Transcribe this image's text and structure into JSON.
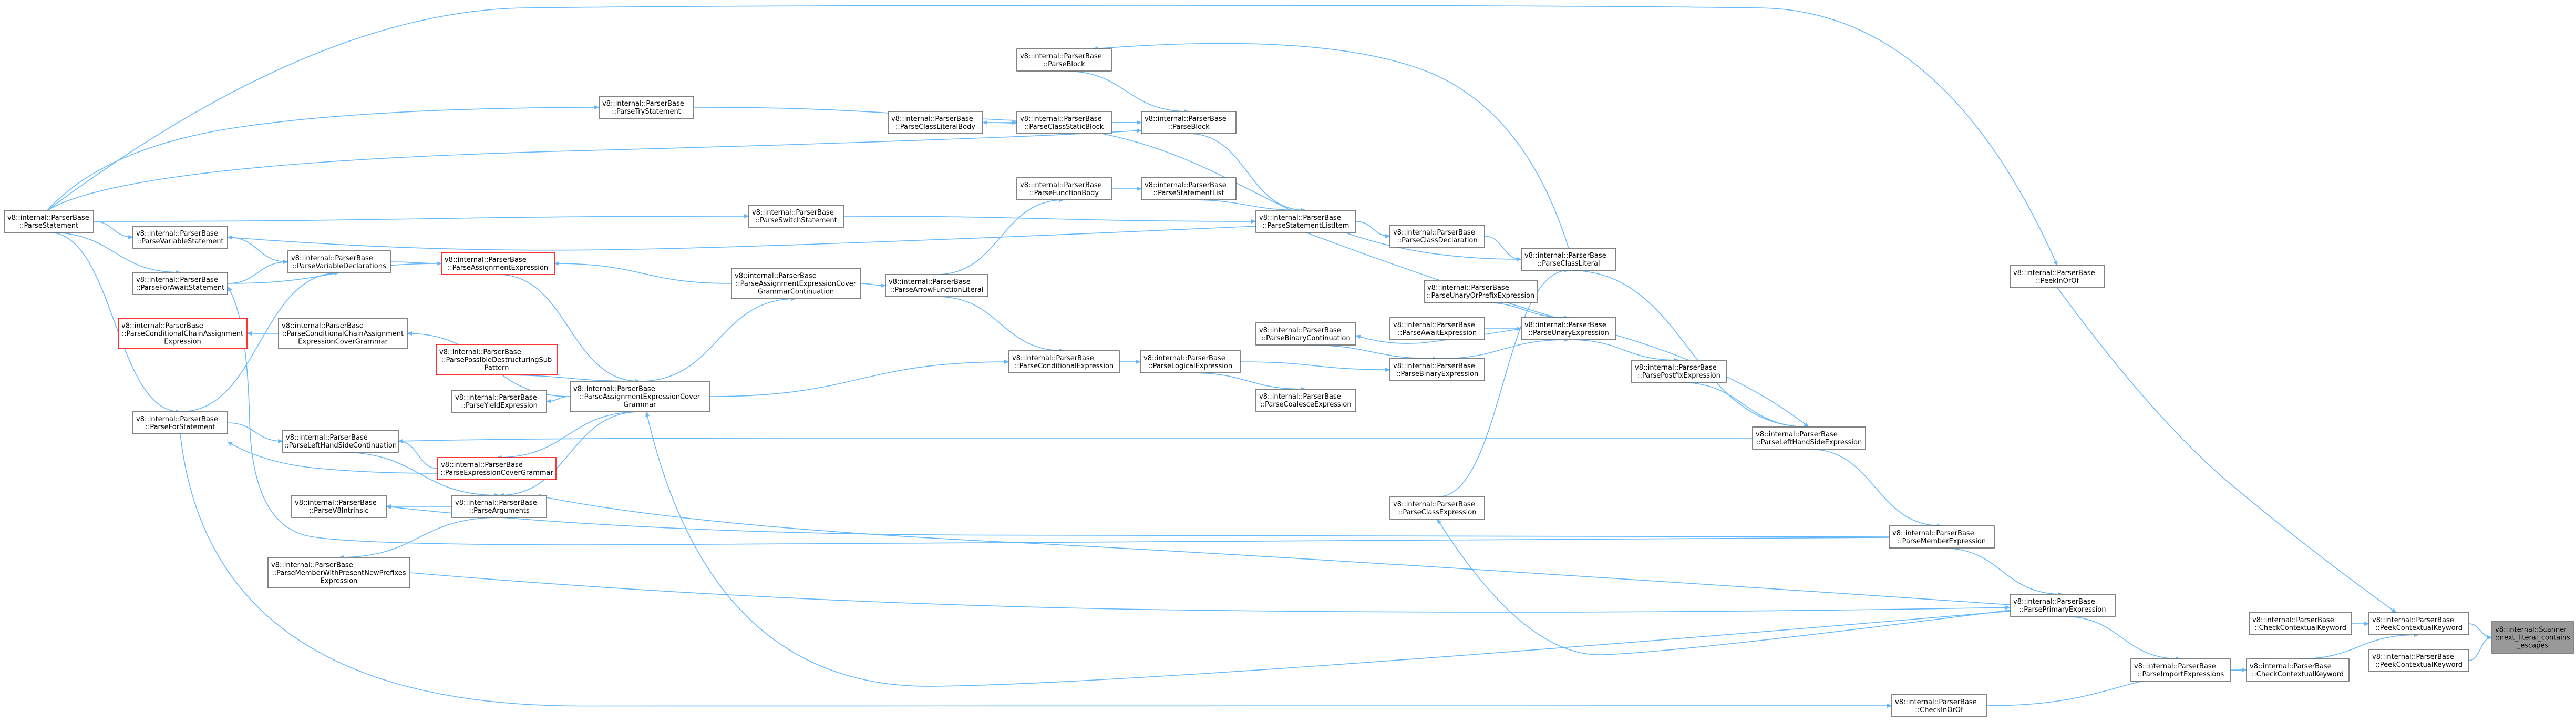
{
  "diagram": {
    "title": "",
    "colors": {
      "edge": "#63b8ff",
      "node_border": "#666666",
      "highlight_border": "#ff0000",
      "root_fill": "#999999"
    },
    "nodes": [
      {
        "id": "ParseStatement",
        "lines": [
          "v8::internal::ParserBase",
          "::ParseStatement"
        ]
      },
      {
        "id": "ParseVariableStatement",
        "lines": [
          "v8::internal::ParserBase",
          "::ParseVariableStatement"
        ]
      },
      {
        "id": "ParseForAwaitStatement",
        "lines": [
          "v8::internal::ParserBase",
          "::ParseForAwaitStatement"
        ]
      },
      {
        "id": "ParseConditionalChainAssignmentExpression",
        "lines": [
          "v8::internal::ParserBase",
          "::ParseConditionalChainAssignment",
          "Expression"
        ]
      },
      {
        "id": "ParseForStatement",
        "lines": [
          "v8::internal::ParserBase",
          "::ParseForStatement"
        ]
      },
      {
        "id": "ParseVariableDeclarations",
        "lines": [
          "v8::internal::ParserBase",
          "::ParseVariableDeclarations"
        ]
      },
      {
        "id": "ParseConditionalChainAssignmentExpressionCoverGrammar",
        "lines": [
          "v8::internal::ParserBase",
          "::ParseConditionalChainAssignment",
          "ExpressionCoverGrammar"
        ]
      },
      {
        "id": "ParseLeftHandSideContinuation",
        "lines": [
          "v8::internal::ParserBase",
          "::ParseLeftHandSideContinuation"
        ]
      },
      {
        "id": "ParseV8Intrinsic",
        "lines": [
          "v8::internal::ParserBase",
          "::ParseV8Intrinsic"
        ]
      },
      {
        "id": "ParseMemberWithPresentNewPrefixesExpression",
        "lines": [
          "v8::internal::ParserBase",
          "::ParseMemberWithPresentNewPrefixes",
          "Expression"
        ]
      },
      {
        "id": "ParseTryStatement",
        "lines": [
          "v8::internal::ParserBase",
          "::ParseTryStatement"
        ]
      },
      {
        "id": "ParseAssignmentExpression",
        "lines": [
          "v8::internal::ParserBase",
          "::ParseAssignmentExpression"
        ]
      },
      {
        "id": "ParsePossibleDestructuringSubPattern",
        "lines": [
          "v8::internal::ParserBase",
          "::ParsePossibleDestructuringSub",
          "Pattern"
        ]
      },
      {
        "id": "ParseYieldExpression",
        "lines": [
          "v8::internal::ParserBase",
          "::ParseYieldExpression"
        ]
      },
      {
        "id": "ParseExpressionCoverGrammar",
        "lines": [
          "v8::internal::ParserBase",
          "::ParseExpressionCoverGrammar"
        ]
      },
      {
        "id": "ParseArguments",
        "lines": [
          "v8::internal::ParserBase",
          "::ParseArguments"
        ]
      },
      {
        "id": "ParseAssignmentExpressionCoverGrammar",
        "lines": [
          "v8::internal::ParserBase",
          "::ParseAssignmentExpressionCover",
          "Grammar"
        ]
      },
      {
        "id": "ParseSwitchStatement",
        "lines": [
          "v8::internal::ParserBase",
          "::ParseSwitchStatement"
        ]
      },
      {
        "id": "ParseAssignmentExpressionCoverGrammarContinuation",
        "lines": [
          "v8::internal::ParserBase",
          "::ParseAssignmentExpressionCover",
          "GrammarContinuation"
        ]
      },
      {
        "id": "ParseArrowFunctionLiteral",
        "lines": [
          "v8::internal::ParserBase",
          "::ParseArrowFunctionLiteral"
        ]
      },
      {
        "id": "ParseClassLiteralBody",
        "lines": [
          "v8::internal::ParserBase",
          "::ParseClassLiteralBody"
        ]
      },
      {
        "id": "ParseBlock_Top",
        "lines": [
          "v8::internal::ParserBase",
          "::ParseBlock"
        ]
      },
      {
        "id": "ParseClassStaticBlock",
        "lines": [
          "v8::internal::ParserBase",
          "::ParseClassStaticBlock"
        ]
      },
      {
        "id": "ParseFunctionBody",
        "lines": [
          "v8::internal::ParserBase",
          "::ParseFunctionBody"
        ]
      },
      {
        "id": "ParseConditionalExpression",
        "lines": [
          "v8::internal::ParserBase",
          "::ParseConditionalExpression"
        ]
      },
      {
        "id": "ParseBlock",
        "lines": [
          "v8::internal::ParserBase",
          "::ParseBlock"
        ]
      },
      {
        "id": "ParseStatementList",
        "lines": [
          "v8::internal::ParserBase",
          "::ParseStatementList"
        ]
      },
      {
        "id": "ParseLogicalExpression",
        "lines": [
          "v8::internal::ParserBase",
          "::ParseLogicalExpression"
        ]
      },
      {
        "id": "ParseStatementListItem",
        "lines": [
          "v8::internal::ParserBase",
          "::ParseStatementListItem"
        ]
      },
      {
        "id": "ParseBinaryContinuation",
        "lines": [
          "v8::internal::ParserBase",
          "::ParseBinaryContinuation"
        ]
      },
      {
        "id": "ParseBinaryExpression",
        "lines": [
          "v8::internal::ParserBase",
          "::ParseBinaryExpression"
        ]
      },
      {
        "id": "ParseCoalesceExpression",
        "lines": [
          "v8::internal::ParserBase",
          "::ParseCoalesceExpression"
        ]
      },
      {
        "id": "ParseClassDeclaration",
        "lines": [
          "v8::internal::ParserBase",
          "::ParseClassDeclaration"
        ]
      },
      {
        "id": "ParseUnaryOrPrefixExpression",
        "lines": [
          "v8::internal::ParserBase",
          "::ParseUnaryOrPrefixExpression"
        ]
      },
      {
        "id": "ParseAwaitExpression",
        "lines": [
          "v8::internal::ParserBase",
          "::ParseAwaitExpression"
        ]
      },
      {
        "id": "ParseClassExpression",
        "lines": [
          "v8::internal::ParserBase",
          "::ParseClassExpression"
        ]
      },
      {
        "id": "ParseClassLiteral",
        "lines": [
          "v8::internal::ParserBase",
          "::ParseClassLiteral"
        ]
      },
      {
        "id": "ParseUnaryExpression",
        "lines": [
          "v8::internal::ParserBase",
          "::ParseUnaryExpression"
        ]
      },
      {
        "id": "ParsePostfixExpression",
        "lines": [
          "v8::internal::ParserBase",
          "::ParsePostfixExpression"
        ]
      },
      {
        "id": "ParseLeftHandSideExpression",
        "lines": [
          "v8::internal::ParserBase",
          "::ParseLeftHandSideExpression"
        ]
      },
      {
        "id": "ParseMemberExpression",
        "lines": [
          "v8::internal::ParserBase",
          "::ParseMemberExpression"
        ]
      },
      {
        "id": "ParsePrimaryExpression",
        "lines": [
          "v8::internal::ParserBase",
          "::ParsePrimaryExpression"
        ]
      },
      {
        "id": "ParseImportExpressions",
        "lines": [
          "v8::internal::ParserBase",
          "::ParseImportExpressions"
        ]
      },
      {
        "id": "CheckInOrOf",
        "lines": [
          "v8::internal::ParserBase",
          "::CheckInOrOf"
        ]
      },
      {
        "id": "PeekInOrOf",
        "lines": [
          "v8::internal::ParserBase",
          "::PeekInOrOf"
        ]
      },
      {
        "id": "CheckContextualKeyword_A",
        "lines": [
          "v8::internal::ParserBase",
          "::CheckContextualKeyword"
        ]
      },
      {
        "id": "PeekContextualKeyword_A",
        "lines": [
          "v8::internal::ParserBase",
          "::PeekContextualKeyword"
        ]
      },
      {
        "id": "CheckContextualKeyword_B",
        "lines": [
          "v8::internal::ParserBase",
          "::CheckContextualKeyword"
        ]
      },
      {
        "id": "PeekContextualKeyword_B",
        "lines": [
          "v8::internal::ParserBase",
          "::PeekContextualKeyword"
        ]
      },
      {
        "id": "Scanner_next_literal_contains_escapes",
        "lines": [
          "v8::internal::Scanner",
          "::next_literal_contains",
          "_escapes"
        ]
      }
    ],
    "edges": [
      [
        "PeekContextualKeyword_A",
        "Scanner_next_literal_contains_escapes"
      ],
      [
        "PeekContextualKeyword_B",
        "Scanner_next_literal_contains_escapes"
      ],
      [
        "CheckContextualKeyword_A",
        "PeekContextualKeyword_A"
      ],
      [
        "PeekInOrOf",
        "PeekContextualKeyword_A"
      ],
      [
        "CheckContextualKeyword_B",
        "PeekContextualKeyword_A"
      ],
      [
        "ParseImportExpressions",
        "CheckContextualKeyword_B"
      ],
      [
        "CheckInOrOf",
        "CheckContextualKeyword_B"
      ],
      [
        "ParsePrimaryExpression",
        "ParseImportExpressions"
      ],
      [
        "ParseForStatement",
        "CheckInOrOf"
      ],
      [
        "ParseForStatement",
        "ParseLeftHandSideContinuation"
      ],
      [
        "ParseMemberExpression",
        "ParsePrimaryExpression"
      ],
      [
        "ParseLeftHandSideExpression",
        "ParseMemberExpression"
      ],
      [
        "ParseMemberExpression",
        "ParseV8Intrinsic"
      ],
      [
        "ParseMemberWithPresentNewPrefixesExpression",
        "ParsePrimaryExpression"
      ],
      [
        "ParsePostfixExpression",
        "ParseLeftHandSideExpression"
      ],
      [
        "ParseStatementListItem",
        "ParseLeftHandSideExpression"
      ],
      [
        "ParseClassLiteral",
        "ParseLeftHandSideExpression"
      ],
      [
        "ParseUnaryExpression",
        "ParsePostfixExpression"
      ],
      [
        "ParseBinaryExpression",
        "ParseUnaryExpression"
      ],
      [
        "ParseAwaitExpression",
        "ParseUnaryExpression"
      ],
      [
        "ParseUnaryOrPrefixExpression",
        "ParseUnaryExpression"
      ],
      [
        "ParseClassDeclaration",
        "ParseClassLiteral"
      ],
      [
        "ParseClassExpression",
        "ParseClassLiteral"
      ],
      [
        "ParseStatementListItem",
        "ParseClassDeclaration"
      ],
      [
        "ParseBlock",
        "ParseStatementListItem"
      ],
      [
        "ParseStatementList",
        "ParseStatementListItem"
      ],
      [
        "ParseLogicalExpression",
        "ParseBinaryExpression"
      ],
      [
        "ParseLogicalExpression",
        "ParseCoalesceExpression"
      ],
      [
        "ParseBinaryContinuation",
        "ParseBinaryExpression"
      ],
      [
        "ParseConditionalExpression",
        "ParseLogicalExpression"
      ],
      [
        "ParseAssignmentExpressionCoverGrammar",
        "ParseConditionalExpression"
      ],
      [
        "ParseArrowFunctionLiteral",
        "ParseConditionalExpression"
      ],
      [
        "ParseArrowFunctionLiteral",
        "ParseFunctionBody"
      ],
      [
        "ParseFunctionBody",
        "ParseStatementList"
      ],
      [
        "ParseStatement",
        "ParseBlock"
      ],
      [
        "ParseBlock_Top",
        "ParseBlock"
      ],
      [
        "ParseClassStaticBlock",
        "ParseBlock"
      ],
      [
        "ParseTryStatement",
        "ParseBlock"
      ],
      [
        "ParseClassLiteralBody",
        "ParseClassStaticBlock"
      ],
      [
        "ParseClassLiteral",
        "ParseClassLiteralBody"
      ],
      [
        "ParseStatement",
        "ParseSwitchStatement"
      ],
      [
        "ParseSwitchStatement",
        "ParseStatementListItem"
      ],
      [
        "ParseStatement",
        "ParseTryStatement"
      ],
      [
        "ParseStatement",
        "ParseVariableStatement"
      ],
      [
        "ParseStatement",
        "ParseForAwaitStatement"
      ],
      [
        "ParseStatement",
        "ParseForStatement"
      ],
      [
        "ParseVariableStatement",
        "ParseVariableDeclarations"
      ],
      [
        "ParseForAwaitStatement",
        "ParseVariableDeclarations"
      ],
      [
        "ParseForStatement",
        "ParseVariableDeclarations"
      ],
      [
        "ParseVariableDeclarations",
        "ParseAssignmentExpression"
      ],
      [
        "ParseForAwaitStatement",
        "ParseAssignmentExpression"
      ],
      [
        "ParseAssignmentExpressionCoverGrammarContinuation",
        "ParseAssignmentExpression"
      ],
      [
        "ParseAssignmentExpressionCoverGrammarContinuation",
        "ParseArrowFunctionLiteral"
      ],
      [
        "ParseAssignmentExpression",
        "ParseAssignmentExpressionCoverGrammar"
      ],
      [
        "ParseAssignmentExpressionCoverGrammar",
        "ParseAssignmentExpressionCoverGrammarContinuation"
      ],
      [
        "ParseAssignmentExpressionCoverGrammar",
        "ParseYieldExpression"
      ],
      [
        "ParseAssignmentExpressionCoverGrammar",
        "ParseExpressionCoverGrammar"
      ],
      [
        "ParseAssignmentExpressionCoverGrammar",
        "ParseArguments"
      ],
      [
        "ParseAssignmentExpressionCoverGrammar",
        "ParseConditionalChainAssignmentExpressionCoverGrammar"
      ],
      [
        "ParseConditionalChainAssignmentExpressionCoverGrammar",
        "ParseConditionalChainAssignmentExpression"
      ],
      [
        "ParsePossibleDestructuringSubPattern",
        "ParseAssignmentExpressionCoverGrammar"
      ],
      [
        "ParseLeftHandSideContinuation",
        "ParseArguments"
      ],
      [
        "ParseArguments",
        "ParseV8Intrinsic"
      ],
      [
        "ParseArguments",
        "ParseMemberWithPresentNewPrefixesExpression"
      ],
      [
        "ParseExpressionCoverGrammar",
        "ParseLeftHandSideContinuation"
      ],
      [
        "ParseLeftHandSideExpression",
        "ParseLeftHandSideContinuation"
      ],
      [
        "ParsePrimaryExpression",
        "ParseClassExpression"
      ],
      [
        "ParsePrimaryExpression",
        "ParseAssignmentExpressionCoverGrammar"
      ],
      [
        "ParsePrimaryExpression",
        "ParseArguments"
      ],
      [
        "ParseUnaryExpression",
        "ParseBinaryContinuation"
      ],
      [
        "ParseClassLiteral",
        "ParseBlock_Top"
      ],
      [
        "ParseStatementListItem",
        "ParseVariableStatement"
      ],
      [
        "ParseExpressionCoverGrammar",
        "ParseForStatement"
      ],
      [
        "ParseMemberExpression",
        "ParseForAwaitStatement"
      ]
    ]
  }
}
